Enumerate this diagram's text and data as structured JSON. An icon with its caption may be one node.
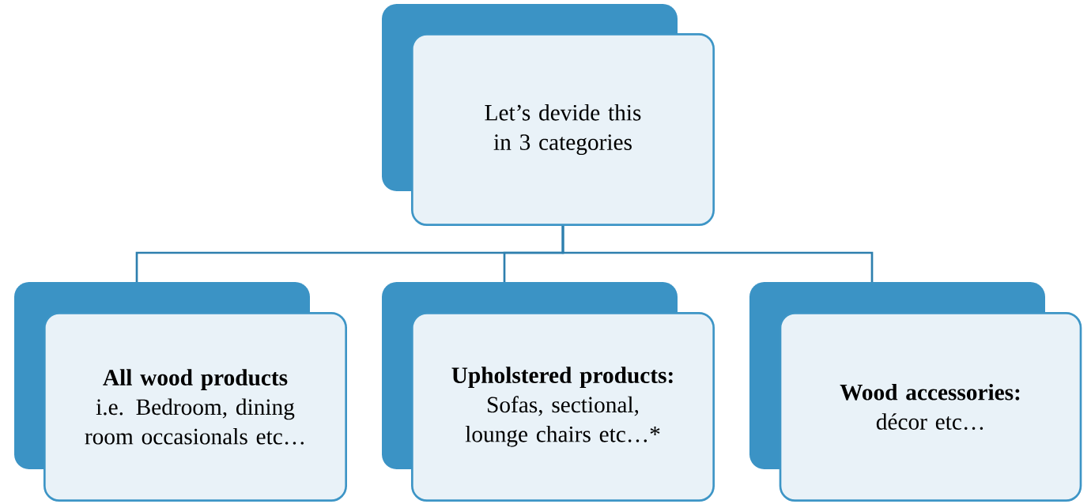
{
  "diagram": {
    "nodes": [
      {
        "text": [
          "Let’s devide this in 3 categories"
        ]
      },
      {
        "text": [
          "**All wood products** i.e. Bedroom, dining room occasionals etc…"
        ]
      },
      {
        "text": [
          "**Upholstered products:** Sofas, sectional, lounge chairs etc…*"
        ]
      },
      {
        "text": [
          "**Wood accessories:** décor etc…"
        ]
      }
    ],
    "edges": [
      {
        "from": 0,
        "to": 1,
        "arrow": "none"
      },
      {
        "from": 0,
        "to": 2,
        "arrow": "none"
      },
      {
        "from": 0,
        "to": 3,
        "arrow": "none"
      }
    ]
  }
}
